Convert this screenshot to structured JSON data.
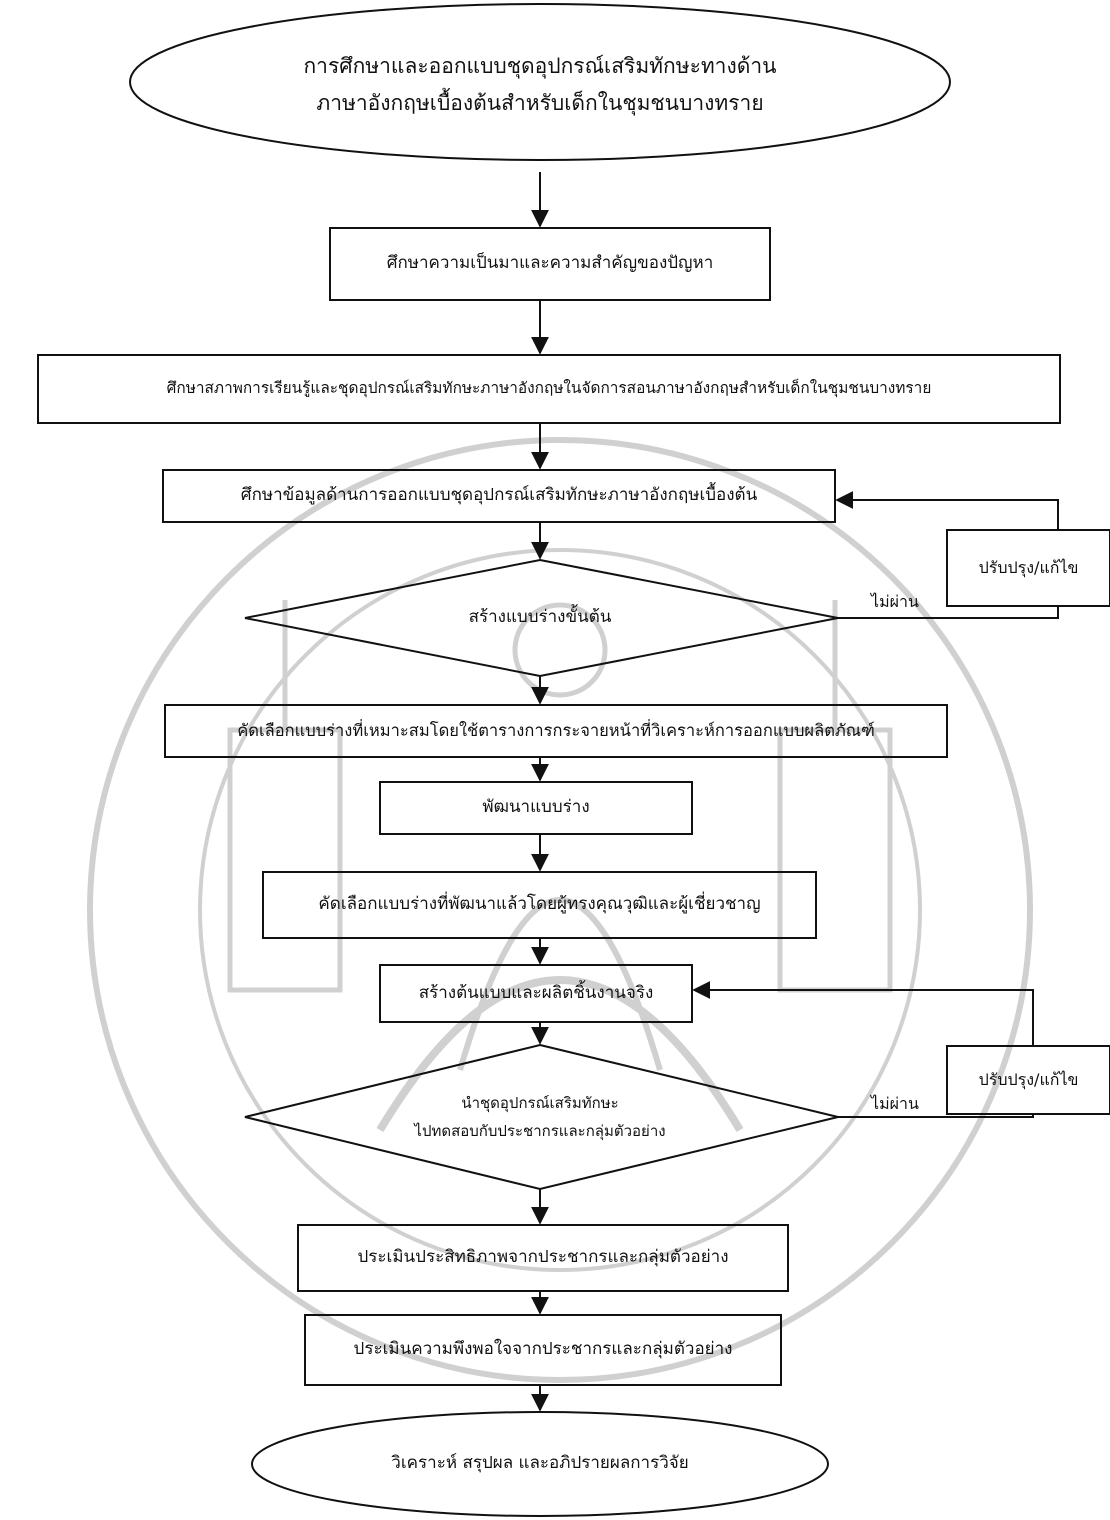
{
  "flowchart": {
    "title_lines": [
      "การศึกษาและออกแบบชุดอุปกรณ์เสริมทักษะทางด้าน",
      "ภาษาอังกฤษเบื้องต้นสำหรับเด็กในชุมชนบางทราย"
    ],
    "steps": {
      "s1": "ศึกษาความเป็นมาและความสำคัญของปัญหา",
      "s2": "ศึกษาสภาพการเรียนรู้และชุดอุปกรณ์เสริมทักษะภาษาอังกฤษในจัดการสอนภาษาอังกฤษสำหรับเด็กในชุมชนบางทราย",
      "s3": "ศึกษาข้อมูลด้านการออกแบบชุดอุปกรณ์เสริมทักษะภาษาอังกฤษเบื้องต้น",
      "d1": "สร้างแบบร่างขั้นต้น",
      "s4": "คัดเลือกแบบร่างที่เหมาะสมโดยใช้ตารางการกระจายหน้าที่วิเคราะห์การออกแบบผลิตภัณฑ์",
      "s5": "พัฒนาแบบร่าง",
      "s6": "คัดเลือกแบบร่างที่พัฒนาแล้วโดยผู้ทรงคุณวุฒิและผู้เชี่ยวชาญ",
      "s7": "สร้างต้นแบบและผลิตชิ้นงานจริง",
      "d2_lines": [
        "นำชุดอุปกรณ์เสริมทักษะ",
        "ไปทดสอบกับประชากรและกลุ่มตัวอย่าง"
      ],
      "s8": "ประเมินประสิทธิภาพจากประชากรและกลุ่มตัวอย่าง",
      "s9": "ประเมินความพึงพอใจจากประชากรและกลุ่มตัวอย่าง",
      "end": "วิเคราะห์ สรุปผล และอภิปรายผลการวิจัย"
    },
    "feedback": {
      "revise_1": "ปรับปรุง/แก้ไข",
      "fail_1": "ไม่ผ่าน",
      "revise_2": "ปรับปรุง/แก้ไข",
      "fail_2": "ไม่ผ่าน"
    }
  }
}
